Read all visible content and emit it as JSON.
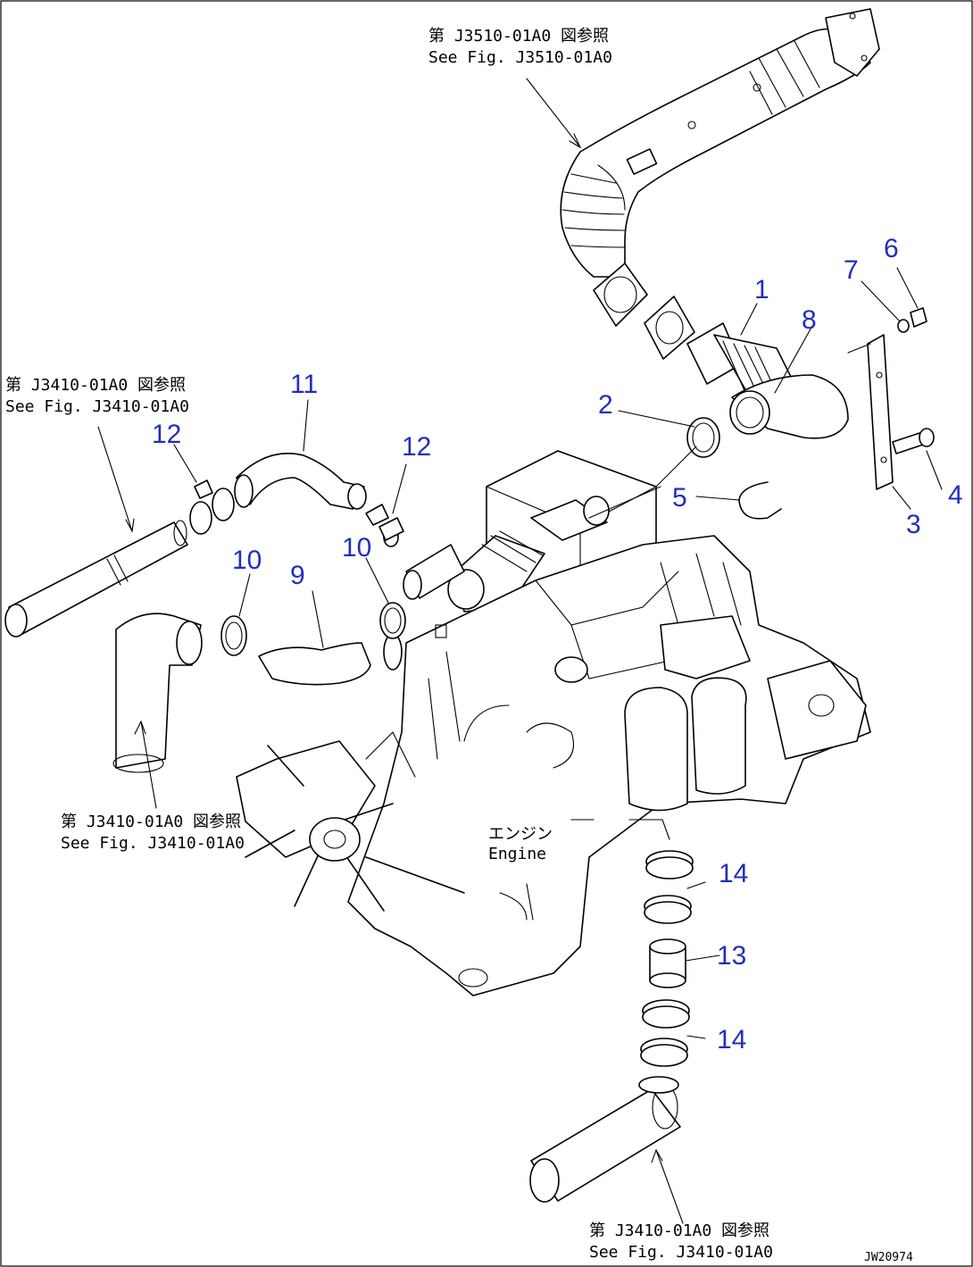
{
  "refs": [
    {
      "jp": "第 J3510-01A0 図参照",
      "en": "See Fig. J3510-01A0"
    },
    {
      "jp": "第 J3410-01A0 図参照",
      "en": "See Fig. J3410-01A0"
    },
    {
      "jp": "第 J3410-01A0 図参照",
      "en": "See Fig. J3410-01A0"
    },
    {
      "jp": "第 J3410-01A0 図参照",
      "en": "See Fig. J3410-01A0"
    }
  ],
  "engine": {
    "jp": "エンジン",
    "en": "Engine"
  },
  "parts": [
    "1",
    "2",
    "3",
    "4",
    "5",
    "6",
    "7",
    "8",
    "9",
    "10",
    "10",
    "11",
    "12",
    "12",
    "13",
    "14",
    "14"
  ],
  "drawing_code": "JW20974",
  "colors": {
    "callout": "#1f2fbf",
    "line": "#000000"
  }
}
